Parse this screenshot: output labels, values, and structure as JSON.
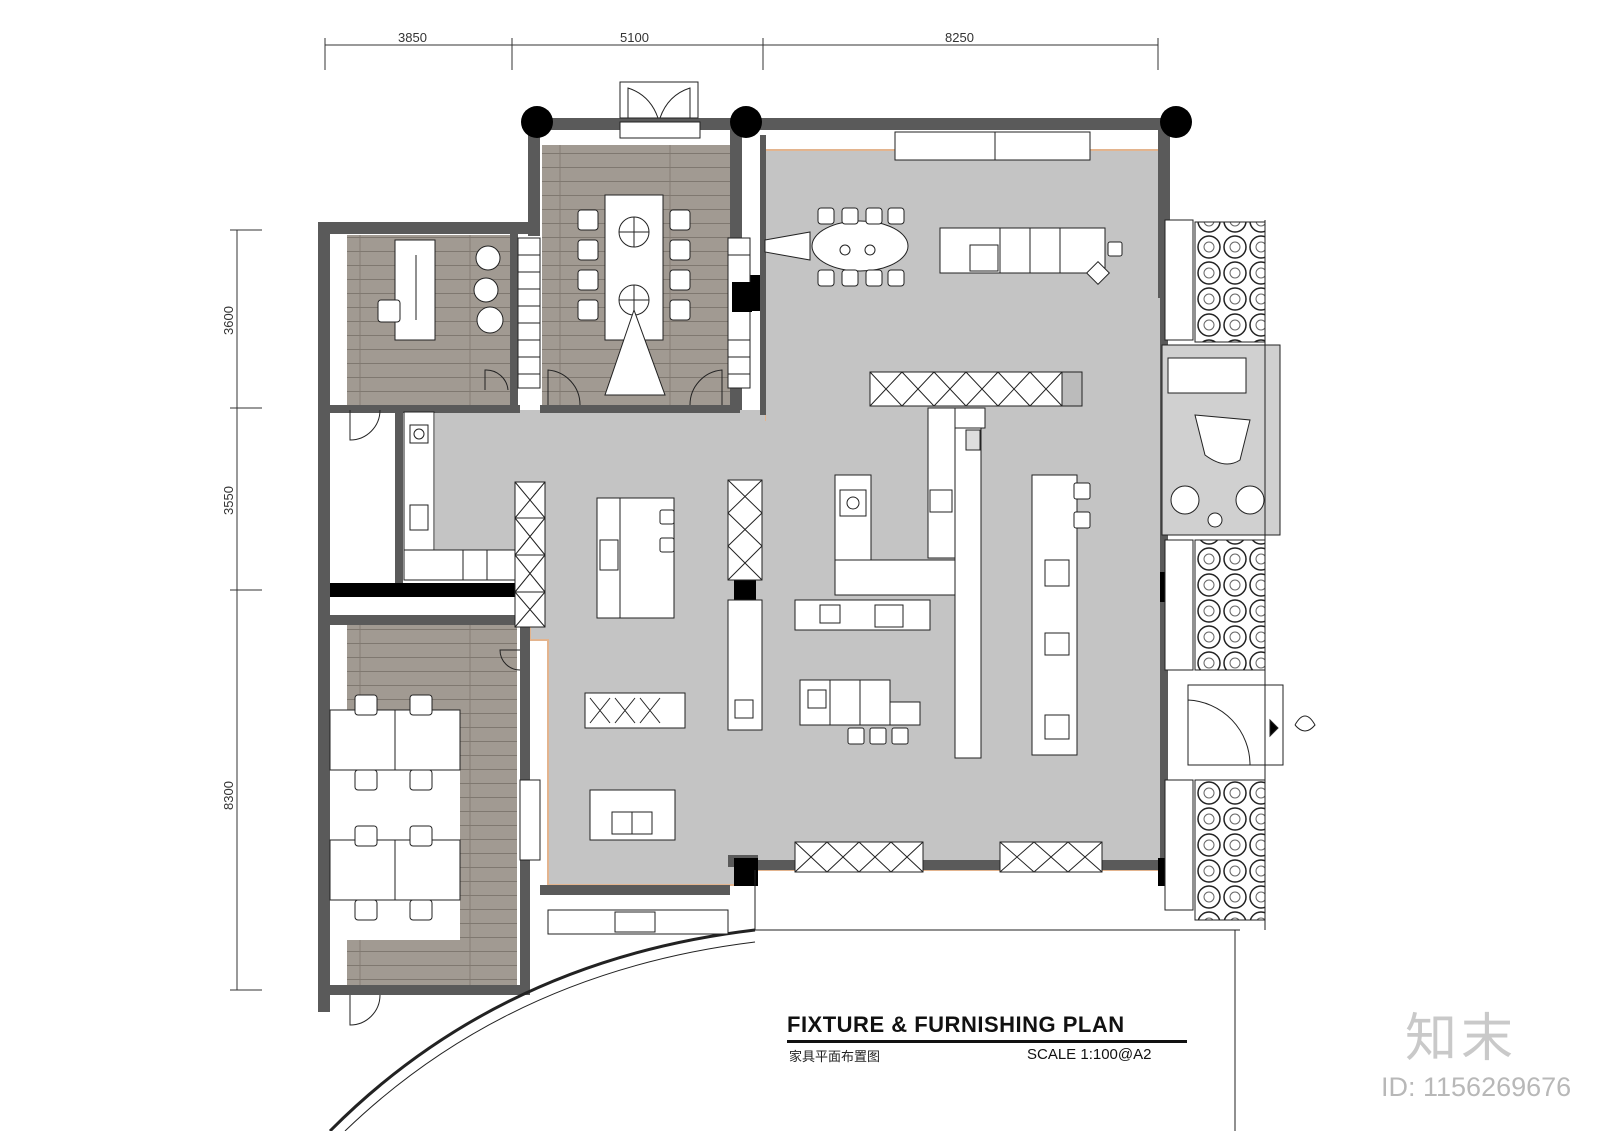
{
  "plan": {
    "title": "FIXTURE & FURNISHING PLAN",
    "subtitle": "家具平面布置图",
    "scale": "SCALE  1:100@A2"
  },
  "dimensions": {
    "top": [
      "3850",
      "5100",
      "8250"
    ],
    "left": [
      "3600",
      "3550",
      "8300"
    ]
  },
  "watermark": {
    "logo": "知末",
    "id": "ID: 1156269676"
  },
  "colors": {
    "wall": "#5a5a5a",
    "concrete": "#c4c4c4",
    "wood": "#9b948c",
    "outline": "#e3b48e",
    "pillar": "#000000"
  }
}
